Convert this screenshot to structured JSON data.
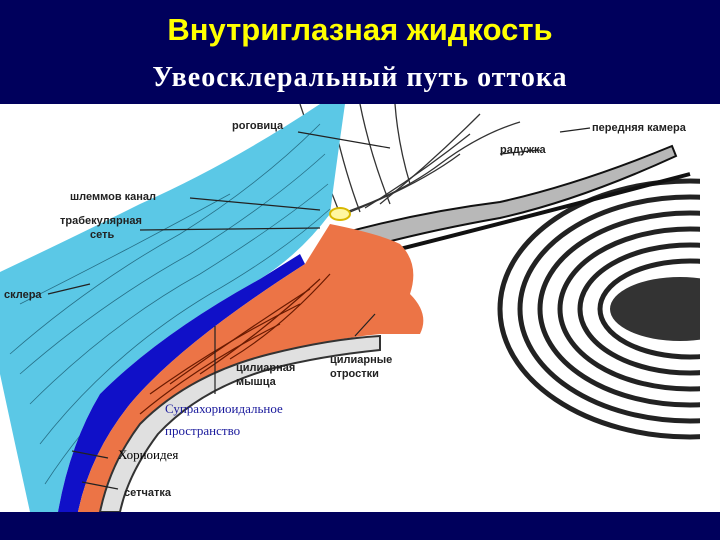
{
  "slide": {
    "title": "Внутриглазная жидкость",
    "subtitle": "Увеосклеральный  путь  оттока"
  },
  "labels": {
    "cornea": "роговица",
    "anterior_chamber": "передняя камера",
    "iris": "радужка",
    "schlemm_canal": "шлеммов канал",
    "trabecular_line1": "трабекулярная",
    "trabecular_line2": "сеть",
    "sclera": "склера",
    "ciliary_muscle_line1": "цилиарная",
    "ciliary_muscle_line2": "мышца",
    "ciliary_processes_line1": "цилиарные",
    "ciliary_processes_line2": "отростки",
    "suprachoroidal_line1": "Супрахориоидальное",
    "suprachoroidal_line2": "пространство",
    "choroid": "Хориоидея",
    "retina": "сетчатка"
  },
  "colors": {
    "background": "#00005c",
    "title": "#ffff00",
    "subtitle": "#ffffff",
    "sclera": "#5bc8e6",
    "ciliary_body": "#ec7446",
    "suprachoroidal_space": "#1010c8",
    "lens": "#333333",
    "retina": "#e0e0e0",
    "annotation_blue": "#1a1a9c"
  }
}
